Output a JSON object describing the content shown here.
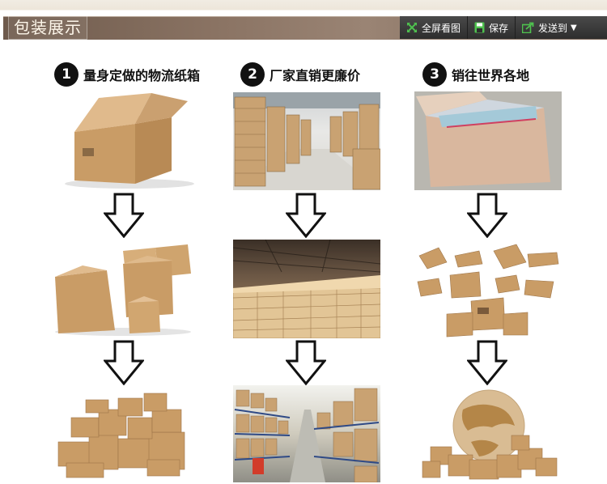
{
  "header": {
    "title": "包装展示",
    "toolbar": {
      "fullscreen_label": "全屏看图",
      "save_label": "保存",
      "send_label": "发送到"
    }
  },
  "steps": [
    {
      "number": "1",
      "text": "量身定做的物流纸箱"
    },
    {
      "number": "2",
      "text": "厂家直销更廉价"
    },
    {
      "number": "3",
      "text": "销往世界各地"
    }
  ],
  "colors": {
    "kraft": "#c9a272",
    "kraft_dark": "#a57c4c",
    "banner": "#7c6657",
    "toolbar": "#333333",
    "icon_green": "#4fc24f"
  }
}
